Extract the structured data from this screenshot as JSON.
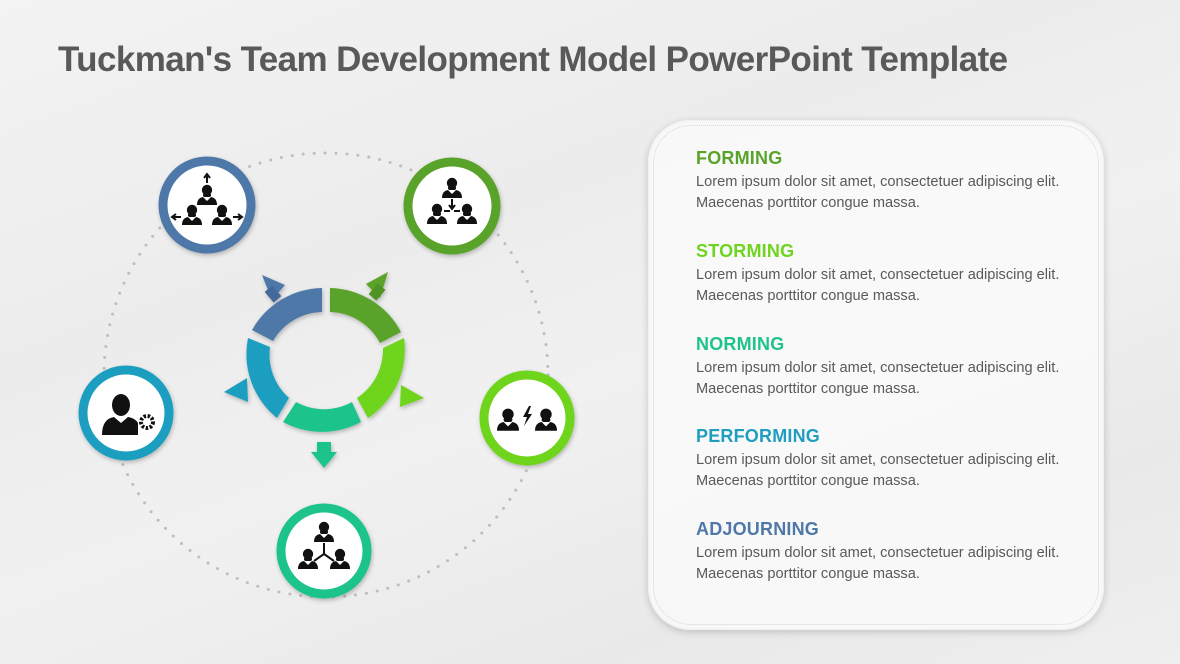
{
  "title": "Tuckman's Team Development Model PowerPoint Template",
  "colors": {
    "forming": "#5aa32a",
    "storming": "#6ed41f",
    "norming": "#1fc38a",
    "performing": "#1f9ec0",
    "adjourning": "#4e78a8",
    "title": "#595959",
    "body": "#595959"
  },
  "stages": [
    {
      "heading": "FORMING",
      "text": "Lorem ipsum dolor sit amet, consectetuer adipiscing elit. Maecenas porttitor congue massa.",
      "icon": "org-chart-merge-icon",
      "color": "#5aa32a"
    },
    {
      "heading": "STORMING",
      "text": "Lorem ipsum dolor sit amet, consectetuer adipiscing elit. Maecenas porttitor congue massa.",
      "icon": "conflict-people-icon",
      "color": "#6ed41f"
    },
    {
      "heading": "NORMING",
      "text": "Lorem ipsum dolor sit amet, consectetuer adipiscing elit. Maecenas porttitor congue massa.",
      "icon": "team-hierarchy-icon",
      "color": "#1fc38a"
    },
    {
      "heading": "PERFORMING",
      "text": "Lorem ipsum dolor sit amet, consectetuer adipiscing elit. Maecenas porttitor congue massa.",
      "icon": "person-gear-icon",
      "color": "#1f9ec0"
    },
    {
      "heading": "ADJOURNING",
      "text": "Lorem ipsum dolor sit amet, consectetuer adipiscing elit. Maecenas porttitor congue massa.",
      "icon": "team-disperse-icon",
      "color": "#4e78a8"
    }
  ]
}
